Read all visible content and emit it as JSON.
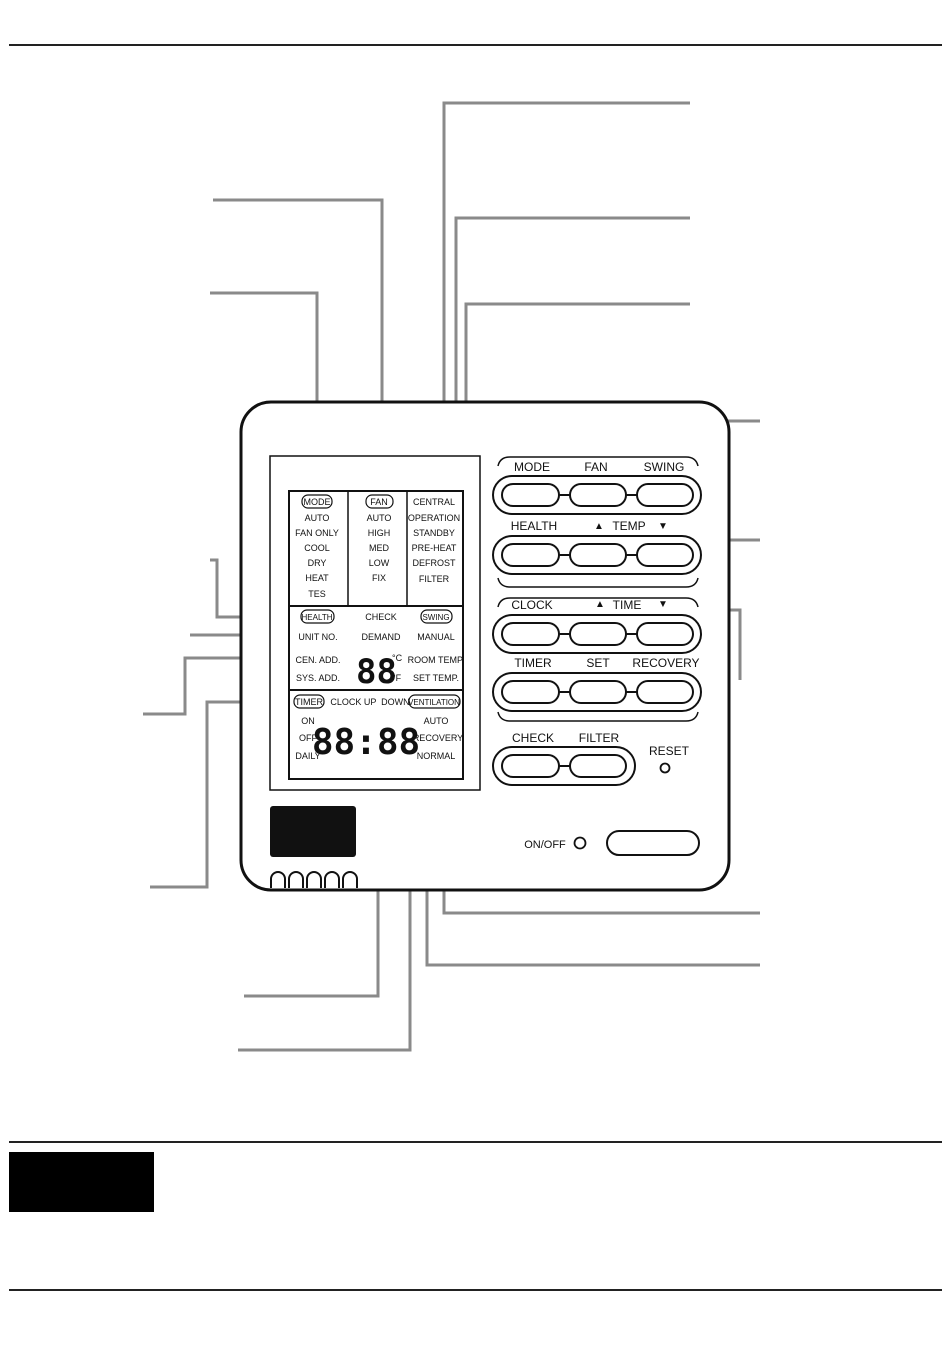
{
  "lcd": {
    "mode_group": {
      "header": "MODE",
      "items": [
        "AUTO",
        "FAN ONLY",
        "COOL",
        "DRY",
        "HEAT",
        "TES"
      ]
    },
    "fan_group": {
      "header": "FAN",
      "items": [
        "AUTO",
        "HIGH",
        "MED",
        "LOW",
        "FIX"
      ]
    },
    "status_group": {
      "items": [
        "CENTRAL",
        "OPERATION",
        "STANDBY",
        "PRE-HEAT",
        "DEFROST",
        "FILTER"
      ]
    },
    "health_badge": "HEALTH",
    "check": "CHECK",
    "swing_badge": "SWING",
    "unit_no": "UNIT NO.",
    "demand": "DEMAND",
    "manual": "MANUAL",
    "cen_add": "CEN. ADD.",
    "sys_add": "SYS. ADD.",
    "room_temp": "ROOM TEMP.",
    "set_temp": "SET TEMP.",
    "temp_digits": "88",
    "unit_c": "°C",
    "unit_f": "°F",
    "timer_badge": "TIMER",
    "clock_up_down": "CLOCK UP  DOWN",
    "ventilation_badge": "VENTILATION",
    "timer_items": [
      "ON",
      "OFF",
      "DAILY"
    ],
    "clock_digits": "88:88",
    "ventilation_items": [
      "AUTO",
      "RECOVERY",
      "NORMAL"
    ]
  },
  "buttons": {
    "mode": "MODE",
    "fan": "FAN",
    "swing": "SWING",
    "health": "HEALTH",
    "temp": "TEMP",
    "clock": "CLOCK",
    "time": "TIME",
    "timer": "TIMER",
    "set": "SET",
    "recovery": "RECOVERY",
    "check": "CHECK",
    "filter": "FILTER",
    "reset": "RESET",
    "onoff": "ON/OFF"
  },
  "icons": {
    "up": "▲",
    "down": "▼"
  },
  "colors": {
    "ink": "#111111",
    "leader": "#8a8a8a",
    "panel_block": "#111111"
  }
}
